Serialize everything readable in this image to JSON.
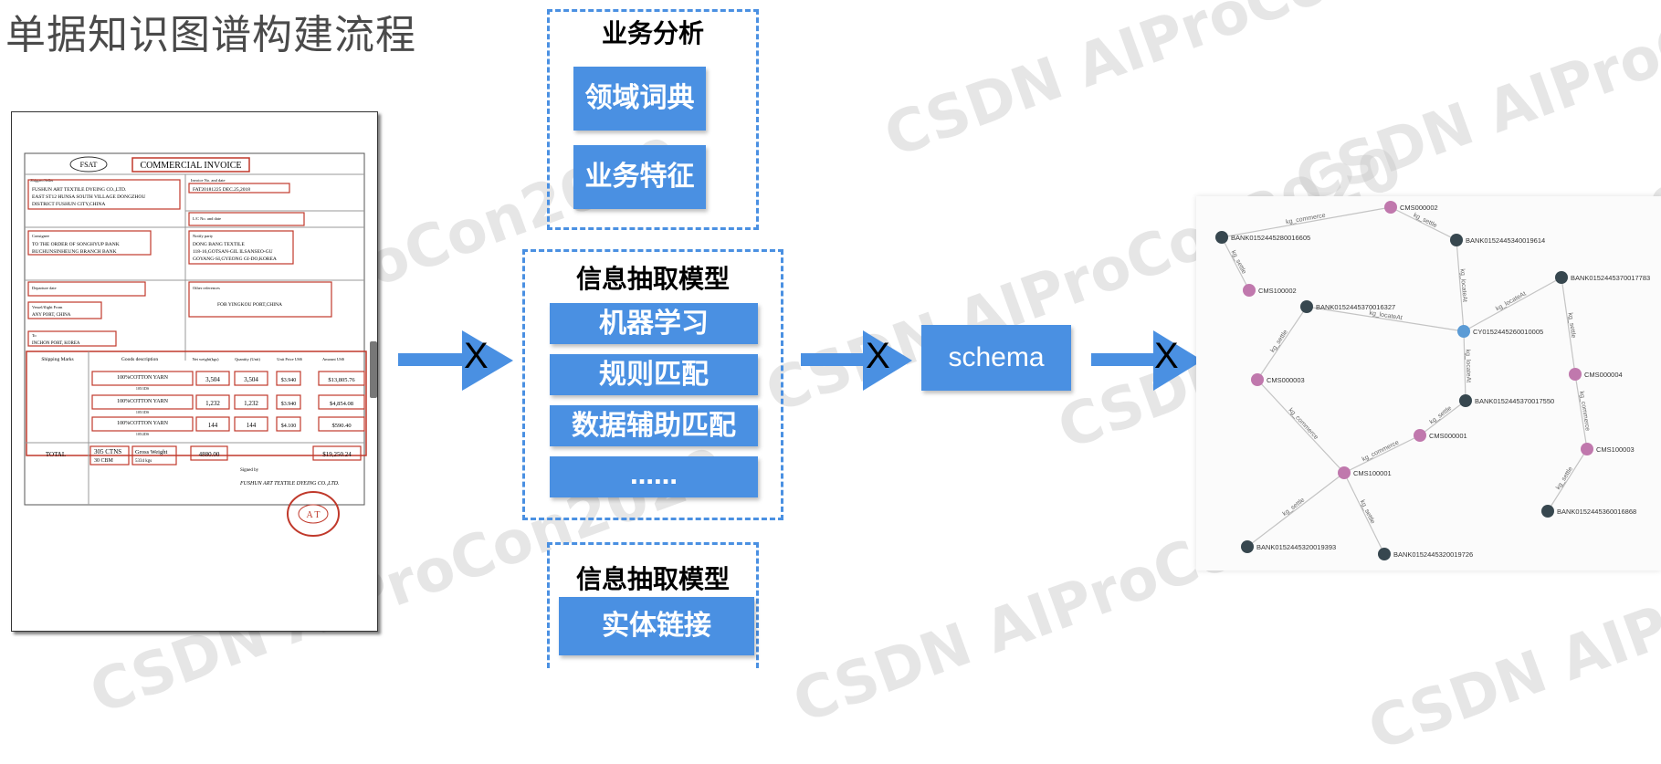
{
  "title": "单据知识图谱构建流程",
  "watermark": "CSDN AIProCon2020",
  "boxes": {
    "business": {
      "header": "业务分析",
      "items": [
        "领域词典",
        "业务特征"
      ]
    },
    "extraction": {
      "header": "信息抽取模型",
      "items": [
        "机器学习",
        "规则匹配",
        "数据辅助匹配",
        "……"
      ]
    },
    "linking": {
      "header": "信息抽取模型",
      "items": [
        "实体链接"
      ]
    }
  },
  "schema_label": "schema",
  "arrow_labels": [
    "X",
    "X",
    "X"
  ],
  "invoice": {
    "logo": "FSAT",
    "title": "COMMERCIAL INVOICE",
    "shipper_label": "Shipper/Seller",
    "shipper": [
      "FUSHUN ART TEXTILE DYEING CO.,LTD.",
      "EAST ST12 HUNSA SOUTH VILLAGE DONGZHOU",
      "DISTRICT FUSHUN CITY,CHINA"
    ],
    "invoice_no_label": "Invoice No. and date",
    "invoice_no": "FAT20181225 DEC.25,2018",
    "lc_label": "L/C No. and date",
    "consignee_label": "Consignee",
    "consignee": [
      "TO THE ORDER OF SONGHYUP BANK",
      "BUCHUNSINHEUNG BRANCH BANK"
    ],
    "notify_label": "Notify party",
    "notify": [
      "DONG BANG TEXTILE",
      "118-16,GOTSAN-GIL ILSANSEO-GU",
      "GOYANG-SI,GYEONG GI-DO,KOREA"
    ],
    "departure_label": "Departure date",
    "vessel_label": "Vessel/flight From",
    "vessel": "ANY PORT, CHINA",
    "to_label": "To",
    "to": "INCHON PORT, KOREA",
    "other_ref_label": "Other references",
    "other_ref": "FOB YINGKOU PORT,CHINA",
    "headers": [
      "Shipping Marks",
      "Goods description",
      "Net weight(kgs)",
      "Quantity (Unit)",
      "Unit Price US$",
      "Amount US$"
    ],
    "rows": [
      {
        "desc": "100%COTTON YARN",
        "sub": "105/1DS",
        "net": "3,504",
        "qty": "3,504",
        "price": "$3.940",
        "amount": "$13,805.76"
      },
      {
        "desc": "100%COTTON YARN",
        "sub": "105/1DS",
        "net": "1,232",
        "qty": "1,232",
        "price": "$3.940",
        "amount": "$4,854.08"
      },
      {
        "desc": "100%COTTON YARN",
        "sub": "105/2DS",
        "net": "144",
        "qty": "144",
        "price": "$4.100",
        "amount": "$590.40"
      }
    ],
    "total_label": "TOTAL",
    "cartons": "305 CTNS",
    "cbm": "30 CBM",
    "gross_label": "Gross Weight",
    "gross": "5334 kgs",
    "net_total": "4880.00",
    "amount_total": "$19,250.24",
    "signed_by": "Signed by",
    "signature": "FUSHUN ART TEXTILE DYEING CO.,LTD.",
    "stamp_text": "A T"
  },
  "graph": {
    "colors": {
      "bank": "#37474f",
      "cms": "#c078ad",
      "cy": "#5b9bd5",
      "edge": "#c4c4c4"
    },
    "nodes": [
      {
        "id": "n1",
        "label": "BANK0152445280016605",
        "type": "bank"
      },
      {
        "id": "n2",
        "label": "CMS000002",
        "type": "cms"
      },
      {
        "id": "n3",
        "label": "BANK0152445340019614",
        "type": "bank"
      },
      {
        "id": "n4",
        "label": "CMS100002",
        "type": "cms"
      },
      {
        "id": "n5",
        "label": "BANK0152445370016327",
        "type": "bank"
      },
      {
        "id": "n6",
        "label": "BANK0152445370017783",
        "type": "bank"
      },
      {
        "id": "n7",
        "label": "CY0152445260010005",
        "type": "cy"
      },
      {
        "id": "n8",
        "label": "CMS000003",
        "type": "cms"
      },
      {
        "id": "n9",
        "label": "CMS000004",
        "type": "cms"
      },
      {
        "id": "n10",
        "label": "BANK0152445370017550",
        "type": "bank"
      },
      {
        "id": "n11",
        "label": "CMS000001",
        "type": "cms"
      },
      {
        "id": "n12",
        "label": "CMS100003",
        "type": "cms"
      },
      {
        "id": "n13",
        "label": "CMS100001",
        "type": "cms"
      },
      {
        "id": "n14",
        "label": "BANK0152445360016868",
        "type": "bank"
      },
      {
        "id": "n15",
        "label": "BANK0152445320019393",
        "type": "bank"
      },
      {
        "id": "n16",
        "label": "BANK0152445320019726",
        "type": "bank"
      }
    ],
    "edges": [
      {
        "from": "n1",
        "to": "n2",
        "label": "kg_commerce"
      },
      {
        "from": "n2",
        "to": "n3",
        "label": "kg_settle"
      },
      {
        "from": "n1",
        "to": "n4",
        "label": "kg_settle"
      },
      {
        "from": "n3",
        "to": "n7",
        "label": "kg_locateAt"
      },
      {
        "from": "n5",
        "to": "n7",
        "label": "kg_locateAt"
      },
      {
        "from": "n6",
        "to": "n7",
        "label": "kg_locateAt"
      },
      {
        "from": "n5",
        "to": "n8",
        "label": "kg_settle"
      },
      {
        "from": "n6",
        "to": "n9",
        "label": "kg_settle"
      },
      {
        "from": "n10",
        "to": "n7",
        "label": "kg_locateAt"
      },
      {
        "from": "n9",
        "to": "n12",
        "label": "kg_commerce"
      },
      {
        "from": "n8",
        "to": "n13",
        "label": "kg_commerce"
      },
      {
        "from": "n10",
        "to": "n11",
        "label": "kg_settle"
      },
      {
        "from": "n11",
        "to": "n13",
        "label": "kg_commerce"
      },
      {
        "from": "n12",
        "to": "n14",
        "label": "kg_settle"
      },
      {
        "from": "n13",
        "to": "n15",
        "label": "kg_settle"
      },
      {
        "from": "n13",
        "to": "n16",
        "label": "kg_settle"
      }
    ]
  }
}
